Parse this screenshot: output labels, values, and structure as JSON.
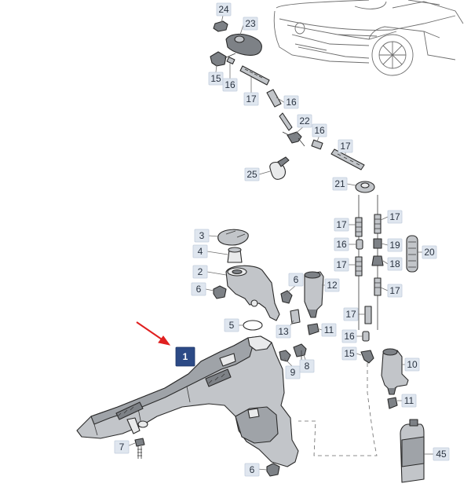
{
  "callouts": [
    {
      "id": "c24a",
      "label": "24"
    },
    {
      "id": "c23",
      "label": "23"
    },
    {
      "id": "c15a",
      "label": "15"
    },
    {
      "id": "c16a",
      "label": "16"
    },
    {
      "id": "c17a",
      "label": "17"
    },
    {
      "id": "c16b",
      "label": "16"
    },
    {
      "id": "c22",
      "label": "22"
    },
    {
      "id": "c16c",
      "label": "16"
    },
    {
      "id": "c17b",
      "label": "17"
    },
    {
      "id": "c25",
      "label": "25"
    },
    {
      "id": "c21",
      "label": "21"
    },
    {
      "id": "c3",
      "label": "3"
    },
    {
      "id": "c4",
      "label": "4"
    },
    {
      "id": "c2",
      "label": "2"
    },
    {
      "id": "c6a",
      "label": "6"
    },
    {
      "id": "c6b",
      "label": "6"
    },
    {
      "id": "c12",
      "label": "12"
    },
    {
      "id": "c5",
      "label": "5"
    },
    {
      "id": "c13",
      "label": "13"
    },
    {
      "id": "c11a",
      "label": "11"
    },
    {
      "id": "c17c",
      "label": "17"
    },
    {
      "id": "c17d",
      "label": "17"
    },
    {
      "id": "c16d",
      "label": "16"
    },
    {
      "id": "c19",
      "label": "19"
    },
    {
      "id": "c20",
      "label": "20"
    },
    {
      "id": "c17e",
      "label": "17"
    },
    {
      "id": "c18",
      "label": "18"
    },
    {
      "id": "c17f",
      "label": "17"
    },
    {
      "id": "c17g",
      "label": "17"
    },
    {
      "id": "c16e",
      "label": "16"
    },
    {
      "id": "c15b",
      "label": "15"
    },
    {
      "id": "c10",
      "label": "10"
    },
    {
      "id": "c9",
      "label": "9"
    },
    {
      "id": "c8",
      "label": "8"
    },
    {
      "id": "c11b",
      "label": "11"
    },
    {
      "id": "c1",
      "label": "1",
      "highlighted": true
    },
    {
      "id": "c7",
      "label": "7"
    },
    {
      "id": "c6c",
      "label": "6"
    },
    {
      "id": "c45",
      "label": "45"
    }
  ],
  "colors": {
    "callout_fill": "#dfe6ef",
    "highlight_fill": "#2c4a86",
    "pointer_arrow": "#e02020"
  }
}
